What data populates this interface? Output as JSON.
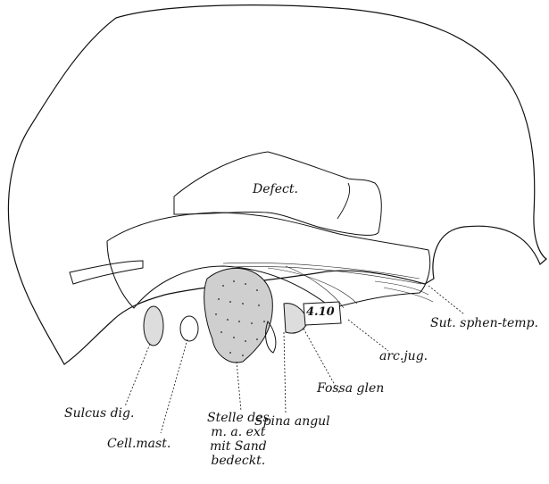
{
  "figure": {
    "labels": {
      "defect": "Defect.",
      "sut_sphen_temp": "Sut. sphen-temp.",
      "arc_jug": "arc.jug.",
      "fossa_glen": "Fossa glen",
      "sulcus_dig": "Sulcus dig.",
      "cell_mast": "Cell.mast.",
      "spina_angul": "Spina angul",
      "number": "4.10",
      "stelle_lines": [
        "Stelle des",
        "m. a. ext",
        "mit Sand",
        "bedeckt."
      ]
    },
    "colors": {
      "ink": "#111111",
      "paper": "#ffffff"
    }
  }
}
